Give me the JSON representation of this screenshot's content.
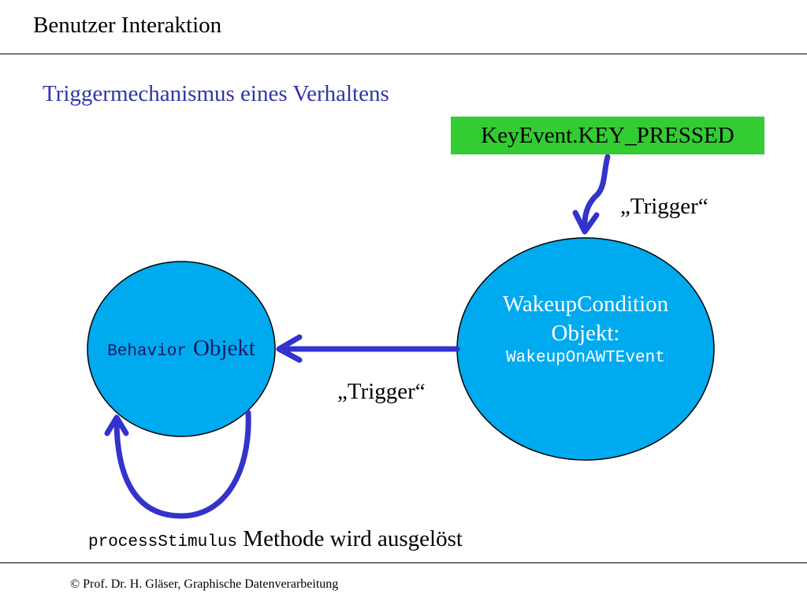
{
  "slide": {
    "title": "Benutzer Interaktion",
    "subtitle": "Triggermechanismus eines Verhaltens",
    "footer": "© Prof. Dr. H. Gläser, Graphische Datenverarbeitung"
  },
  "diagram": {
    "event_box": {
      "label": "KeyEvent.KEY_PRESSED",
      "color": "#33cc33"
    },
    "trigger_labels": {
      "event_to_wakeup": "„Trigger“",
      "wakeup_to_behavior": "„Trigger“"
    },
    "behavior_node": {
      "class_name": "Behavior",
      "label": "Objekt",
      "fill": "#00aaee"
    },
    "wakeup_node": {
      "line1": "WakeupCondition",
      "line2": "Objekt:",
      "class_name": "WakeupOnAWTEvent",
      "fill": "#00aaee"
    },
    "method_caption": {
      "method": "processStimulus",
      "text": "Methode wird ausgelöst"
    },
    "arrow_color": "#3333cc"
  }
}
